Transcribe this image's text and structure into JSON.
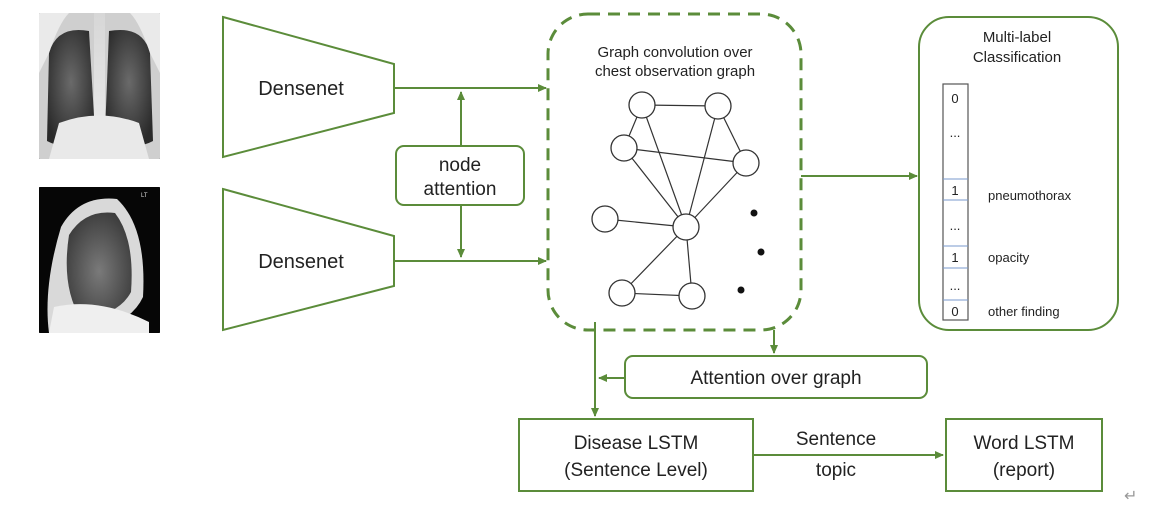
{
  "images": {
    "frontal_xray": "frontal chest x-ray",
    "lateral_xray": "lateral chest x-ray",
    "lateral_marker": "LT"
  },
  "encoders": {
    "top_label": "Densenet",
    "bottom_label": "Densenet"
  },
  "node_attention": {
    "line1": "node",
    "line2": "attention"
  },
  "graph_conv": {
    "line1": "Graph convolution over",
    "line2": "chest observation graph"
  },
  "classification": {
    "title_line1": "Multi-label",
    "title_line2": "Classification",
    "cells": [
      {
        "value": "0",
        "label": ""
      },
      {
        "value": "...",
        "label": ""
      },
      {
        "value": "1",
        "label": "pneumothorax"
      },
      {
        "value": "...",
        "label": ""
      },
      {
        "value": "1",
        "label": "opacity"
      },
      {
        "value": "...",
        "label": ""
      },
      {
        "value": "0",
        "label": "other finding"
      }
    ]
  },
  "attention_over_graph": "Attention over graph",
  "disease_lstm": {
    "line1": "Disease LSTM",
    "line2": "(Sentence Level)"
  },
  "sentence_topic": {
    "line1": "Sentence",
    "line2": "topic"
  },
  "word_lstm": {
    "line1": "Word LSTM",
    "line2": "(report)"
  },
  "colors": {
    "accent_green": "#5b8c3a",
    "text": "#222222",
    "cell_border": "#555555"
  },
  "icons": {
    "return_glyph": "↵"
  }
}
